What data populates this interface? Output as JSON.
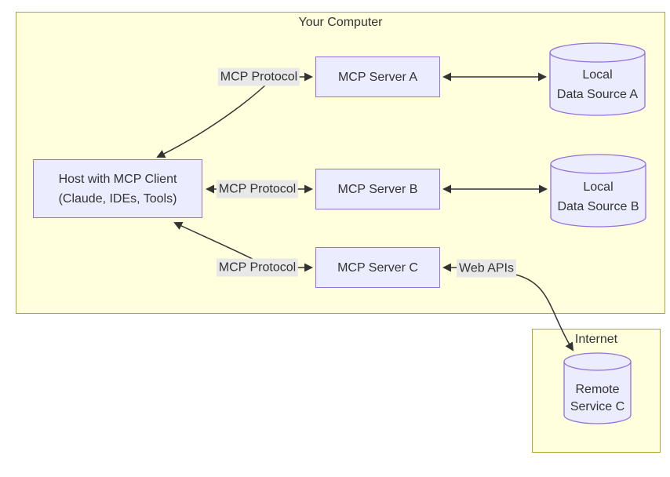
{
  "colors": {
    "cluster_fill": "#ffffde",
    "cluster_stroke": "#aaaa33",
    "node_fill": "#ECECFF",
    "node_stroke": "#9370DB",
    "edge_color": "#333333",
    "edge_label_bg": "#e8e8e8",
    "text_color": "#333333",
    "page_bg": "#ffffff"
  },
  "clusters": {
    "your_computer": {
      "label": "Your Computer"
    },
    "internet": {
      "label": "Internet"
    }
  },
  "nodes": {
    "host": {
      "line1": "Host with MCP Client",
      "line2": "(Claude, IDEs, Tools)"
    },
    "server_a": {
      "label": "MCP Server A"
    },
    "server_b": {
      "label": "MCP Server B"
    },
    "server_c": {
      "label": "MCP Server C"
    },
    "source_a": {
      "line1": "Local",
      "line2": "Data Source A"
    },
    "source_b": {
      "line1": "Local",
      "line2": "Data Source B"
    },
    "remote_c": {
      "line1": "Remote",
      "line2": "Service C"
    }
  },
  "edge_labels": {
    "protocol_a": "MCP Protocol",
    "protocol_b": "MCP Protocol",
    "protocol_c": "MCP Protocol",
    "web_apis": "Web APIs"
  }
}
